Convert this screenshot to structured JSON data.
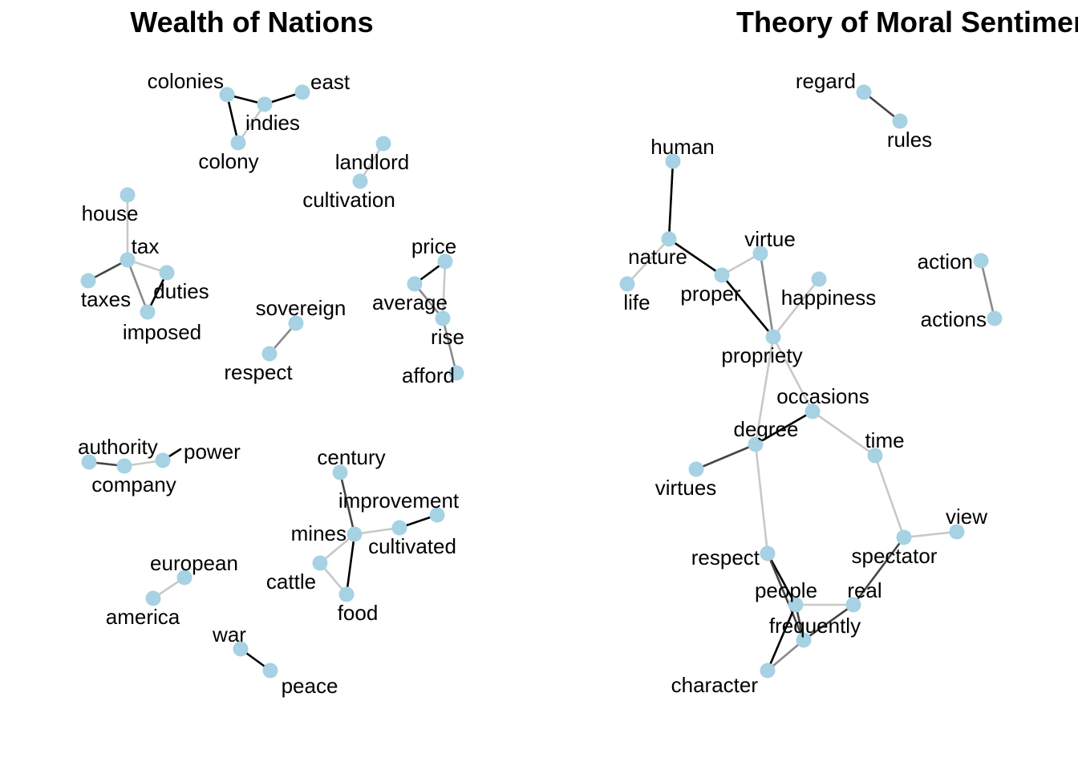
{
  "colors": {
    "node_fill": "#a6d2e3",
    "edge_strong": "#000000",
    "edge_medium": "#444444",
    "edge_light": "#8a8a8a",
    "edge_faint": "#c8c8c8"
  },
  "panels": [
    {
      "title": "Wealth of Nations",
      "nodes": [
        "colonies",
        "indies",
        "east",
        "colony",
        "landlord",
        "cultivation",
        "house",
        "tax",
        "duties",
        "taxes",
        "imposed",
        "sovereign",
        "respect",
        "price",
        "average",
        "rise",
        "afford",
        "authority",
        "company",
        "power",
        "century",
        "improvement",
        "mines",
        "cultivated",
        "cattle",
        "food",
        "european",
        "america",
        "war",
        "peace"
      ],
      "edges": [
        {
          "from": "colonies",
          "to": "indies",
          "shade": "edge_strong"
        },
        {
          "from": "indies",
          "to": "east",
          "shade": "edge_strong"
        },
        {
          "from": "colonies",
          "to": "colony",
          "shade": "edge_strong"
        },
        {
          "from": "indies",
          "to": "colony",
          "shade": "edge_faint"
        },
        {
          "from": "landlord",
          "to": "cultivation",
          "shade": "edge_faint"
        },
        {
          "from": "house",
          "to": "tax",
          "shade": "edge_faint"
        },
        {
          "from": "tax",
          "to": "taxes",
          "shade": "edge_medium"
        },
        {
          "from": "tax",
          "to": "duties",
          "shade": "edge_faint"
        },
        {
          "from": "tax",
          "to": "imposed",
          "shade": "edge_light"
        },
        {
          "from": "duties",
          "to": "imposed",
          "shade": "edge_strong"
        },
        {
          "from": "sovereign",
          "to": "respect",
          "shade": "edge_light"
        },
        {
          "from": "price",
          "to": "average",
          "shade": "edge_strong"
        },
        {
          "from": "price",
          "to": "rise",
          "shade": "edge_faint"
        },
        {
          "from": "average",
          "to": "rise",
          "shade": "edge_light"
        },
        {
          "from": "rise",
          "to": "afford",
          "shade": "edge_light"
        },
        {
          "from": "authority",
          "to": "company",
          "shade": "edge_medium"
        },
        {
          "from": "company",
          "to": "power",
          "shade": "edge_faint"
        },
        {
          "from": "company",
          "to": "power",
          "shade": "edge_strong",
          "variant": "power-stub"
        },
        {
          "from": "century",
          "to": "mines",
          "shade": "edge_medium"
        },
        {
          "from": "mines",
          "to": "cultivated",
          "shade": "edge_faint"
        },
        {
          "from": "cultivated",
          "to": "improvement",
          "shade": "edge_strong"
        },
        {
          "from": "mines",
          "to": "cattle",
          "shade": "edge_faint"
        },
        {
          "from": "mines",
          "to": "food",
          "shade": "edge_strong"
        },
        {
          "from": "cattle",
          "to": "food",
          "shade": "edge_faint"
        },
        {
          "from": "european",
          "to": "america",
          "shade": "edge_faint"
        },
        {
          "from": "war",
          "to": "peace",
          "shade": "edge_strong"
        }
      ]
    },
    {
      "title": "Theory of Moral Sentiments",
      "nodes": [
        "regard",
        "rules",
        "human",
        "nature",
        "life",
        "virtue",
        "proper",
        "happiness",
        "propriety",
        "action",
        "actions",
        "occasions",
        "degree",
        "virtues",
        "time",
        "view",
        "spectator",
        "respect",
        "people",
        "real",
        "frequently",
        "character"
      ],
      "edges": [
        {
          "from": "regard",
          "to": "rules",
          "shade": "edge_medium"
        },
        {
          "from": "human",
          "to": "nature",
          "shade": "edge_strong"
        },
        {
          "from": "nature",
          "to": "life",
          "shade": "edge_faint"
        },
        {
          "from": "nature",
          "to": "proper",
          "shade": "edge_strong"
        },
        {
          "from": "proper",
          "to": "virtue",
          "shade": "edge_faint"
        },
        {
          "from": "proper",
          "to": "propriety",
          "shade": "edge_strong"
        },
        {
          "from": "virtue",
          "to": "propriety",
          "shade": "edge_light"
        },
        {
          "from": "happiness",
          "to": "propriety",
          "shade": "edge_faint"
        },
        {
          "from": "propriety",
          "to": "occasions",
          "shade": "edge_faint"
        },
        {
          "from": "propriety",
          "to": "degree",
          "shade": "edge_faint"
        },
        {
          "from": "action",
          "to": "actions",
          "shade": "edge_light"
        },
        {
          "from": "occasions",
          "to": "degree",
          "shade": "edge_strong"
        },
        {
          "from": "occasions",
          "to": "time",
          "shade": "edge_faint"
        },
        {
          "from": "degree",
          "to": "virtues",
          "shade": "edge_medium"
        },
        {
          "from": "degree",
          "to": "respect",
          "shade": "edge_faint"
        },
        {
          "from": "time",
          "to": "spectator",
          "shade": "edge_faint"
        },
        {
          "from": "spectator",
          "to": "view",
          "shade": "edge_faint"
        },
        {
          "from": "spectator",
          "to": "real",
          "shade": "edge_medium"
        },
        {
          "from": "respect",
          "to": "people",
          "shade": "edge_strong"
        },
        {
          "from": "respect",
          "to": "frequently",
          "shade": "edge_medium"
        },
        {
          "from": "people",
          "to": "real",
          "shade": "edge_faint"
        },
        {
          "from": "people",
          "to": "frequently",
          "shade": "edge_medium"
        },
        {
          "from": "people",
          "to": "character",
          "shade": "edge_strong"
        },
        {
          "from": "frequently",
          "to": "real",
          "shade": "edge_medium"
        },
        {
          "from": "frequently",
          "to": "character",
          "shade": "edge_light"
        }
      ]
    }
  ]
}
